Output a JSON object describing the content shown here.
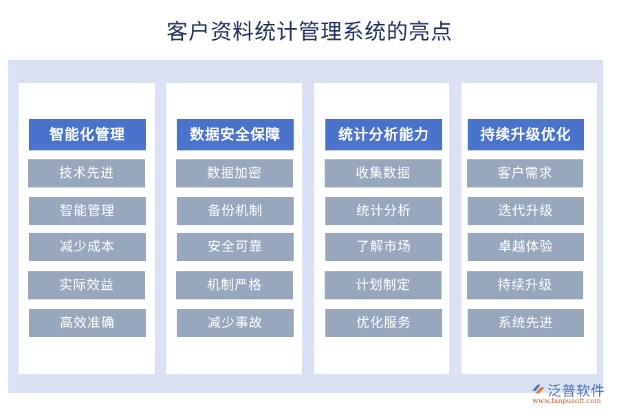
{
  "title": "客户资料统计管理系统的亮点",
  "colors": {
    "panel_bg": "#d9e1f2",
    "header_bg": "#4a74cc",
    "item_bg": "#99a7bc",
    "title_text": "#1f2e5c"
  },
  "columns": [
    {
      "header": "智能化管理",
      "items": [
        "技术先进",
        "智能管理",
        "减少成本",
        "实际效益",
        "高效准确"
      ]
    },
    {
      "header": "数据安全保障",
      "items": [
        "数据加密",
        "备份机制",
        "安全可靠",
        "机制严格",
        "减少事故"
      ]
    },
    {
      "header": "统计分析能力",
      "items": [
        "收集数据",
        "统计分析",
        "了解市场",
        "计划制定",
        "优化服务"
      ]
    },
    {
      "header": "持续升级优化",
      "items": [
        "客户需求",
        "迭代升级",
        "卓越体验",
        "持续升级",
        "系统先进"
      ]
    }
  ],
  "logo": {
    "icon": "fanpu-logo-icon",
    "name": "泛普软件",
    "url": "www.fanpusoft.com"
  }
}
